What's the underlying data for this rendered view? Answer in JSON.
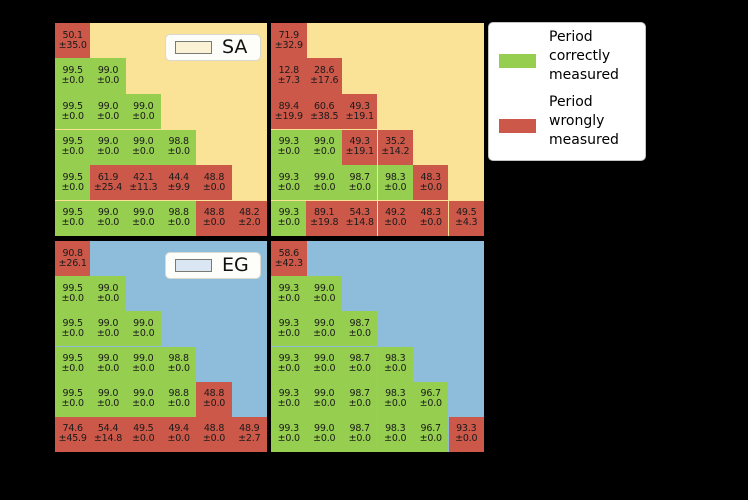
{
  "colors": {
    "correct_green": "#96CE50",
    "wrong_red": "#CC584A",
    "sa_background": "#FAE396",
    "eg_background": "#8EBCDB",
    "sa_swatch_fill": "#FBF2D5",
    "eg_swatch_fill": "#DAE6F2",
    "cell_text": "#1A1A1A",
    "figure_background": "#000000"
  },
  "chart_data": {
    "type": "heatmap",
    "layout": "2x2 grid of lower-triangular stepped heatmaps; each cell shows mean and ± error; cell color encodes whether the period was correctly (green) or wrongly (red) measured",
    "legend_position": "upper right, outside panels",
    "legend": [
      {
        "status": "correct",
        "label": "Period\ncorrectly\nmeasured",
        "color": "#96CE50"
      },
      {
        "status": "wrong",
        "label": "Period\nwrongly\nmeasured",
        "color": "#CC584A"
      }
    ],
    "panels": [
      {
        "name": "SA-left",
        "inset_label": "SA",
        "background_color": "#FAE396",
        "inset_swatch_color": "#FBF2D5",
        "rows": [
          [
            {
              "v": "50.1",
              "e": "±35.0",
              "s": "wrong"
            }
          ],
          [
            {
              "v": "99.5",
              "e": "±0.0",
              "s": "correct"
            },
            {
              "v": "99.0",
              "e": "±0.0",
              "s": "correct"
            }
          ],
          [
            {
              "v": "99.5",
              "e": "±0.0",
              "s": "correct"
            },
            {
              "v": "99.0",
              "e": "±0.0",
              "s": "correct"
            },
            {
              "v": "99.0",
              "e": "±0.0",
              "s": "correct"
            }
          ],
          [
            {
              "v": "99.5",
              "e": "±0.0",
              "s": "correct"
            },
            {
              "v": "99.0",
              "e": "±0.0",
              "s": "correct"
            },
            {
              "v": "99.0",
              "e": "±0.0",
              "s": "correct"
            },
            {
              "v": "98.8",
              "e": "±0.0",
              "s": "correct"
            }
          ],
          [
            {
              "v": "99.5",
              "e": "±0.0",
              "s": "correct"
            },
            {
              "v": "61.9",
              "e": "±25.4",
              "s": "wrong"
            },
            {
              "v": "42.1",
              "e": "±11.3",
              "s": "wrong"
            },
            {
              "v": "44.4",
              "e": "±9.9",
              "s": "wrong"
            },
            {
              "v": "48.8",
              "e": "±0.0",
              "s": "wrong"
            }
          ],
          [
            {
              "v": "99.5",
              "e": "±0.0",
              "s": "correct"
            },
            {
              "v": "99.0",
              "e": "±0.0",
              "s": "correct"
            },
            {
              "v": "99.0",
              "e": "±0.0",
              "s": "correct"
            },
            {
              "v": "98.8",
              "e": "±0.0",
              "s": "correct"
            },
            {
              "v": "48.8",
              "e": "±0.0",
              "s": "wrong"
            },
            {
              "v": "48.2",
              "e": "±2.0",
              "s": "wrong"
            }
          ]
        ]
      },
      {
        "name": "SA-right",
        "inset_label": "",
        "background_color": "#FAE396",
        "inset_swatch_color": "#FBF2D5",
        "rows": [
          [
            {
              "v": "71.9",
              "e": "±32.9",
              "s": "wrong"
            }
          ],
          [
            {
              "v": "12.8",
              "e": "±7.3",
              "s": "wrong"
            },
            {
              "v": "28.6",
              "e": "±17.6",
              "s": "wrong"
            }
          ],
          [
            {
              "v": "89.4",
              "e": "±19.9",
              "s": "wrong"
            },
            {
              "v": "60.6",
              "e": "±38.5",
              "s": "wrong"
            },
            {
              "v": "49.3",
              "e": "±19.1",
              "s": "wrong"
            }
          ],
          [
            {
              "v": "99.3",
              "e": "±0.0",
              "s": "correct"
            },
            {
              "v": "99.0",
              "e": "±0.0",
              "s": "correct"
            },
            {
              "v": "49.3",
              "e": "±19.1",
              "s": "wrong"
            },
            {
              "v": "35.2",
              "e": "±14.2",
              "s": "wrong"
            }
          ],
          [
            {
              "v": "99.3",
              "e": "±0.0",
              "s": "correct"
            },
            {
              "v": "99.0",
              "e": "±0.0",
              "s": "correct"
            },
            {
              "v": "98.7",
              "e": "±0.0",
              "s": "correct"
            },
            {
              "v": "98.3",
              "e": "±0.0",
              "s": "correct"
            },
            {
              "v": "48.3",
              "e": "±0.0",
              "s": "wrong"
            }
          ],
          [
            {
              "v": "99.3",
              "e": "±0.0",
              "s": "correct"
            },
            {
              "v": "89.1",
              "e": "±19.8",
              "s": "wrong"
            },
            {
              "v": "54.3",
              "e": "±14.8",
              "s": "wrong"
            },
            {
              "v": "49.2",
              "e": "±0.0",
              "s": "wrong"
            },
            {
              "v": "48.3",
              "e": "±0.0",
              "s": "wrong"
            },
            {
              "v": "49.5",
              "e": "±4.3",
              "s": "wrong"
            }
          ]
        ]
      },
      {
        "name": "EG-left",
        "inset_label": "EG",
        "background_color": "#8EBCDB",
        "inset_swatch_color": "#DAE6F2",
        "rows": [
          [
            {
              "v": "90.8",
              "e": "±26.1",
              "s": "wrong"
            }
          ],
          [
            {
              "v": "99.5",
              "e": "±0.0",
              "s": "correct"
            },
            {
              "v": "99.0",
              "e": "±0.0",
              "s": "correct"
            }
          ],
          [
            {
              "v": "99.5",
              "e": "±0.0",
              "s": "correct"
            },
            {
              "v": "99.0",
              "e": "±0.0",
              "s": "correct"
            },
            {
              "v": "99.0",
              "e": "±0.0",
              "s": "correct"
            }
          ],
          [
            {
              "v": "99.5",
              "e": "±0.0",
              "s": "correct"
            },
            {
              "v": "99.0",
              "e": "±0.0",
              "s": "correct"
            },
            {
              "v": "99.0",
              "e": "±0.0",
              "s": "correct"
            },
            {
              "v": "98.8",
              "e": "±0.0",
              "s": "correct"
            }
          ],
          [
            {
              "v": "99.5",
              "e": "±0.0",
              "s": "correct"
            },
            {
              "v": "99.0",
              "e": "±0.0",
              "s": "correct"
            },
            {
              "v": "99.0",
              "e": "±0.0",
              "s": "correct"
            },
            {
              "v": "98.8",
              "e": "±0.0",
              "s": "correct"
            },
            {
              "v": "48.8",
              "e": "±0.0",
              "s": "wrong"
            }
          ],
          [
            {
              "v": "74.6",
              "e": "±45.9",
              "s": "wrong"
            },
            {
              "v": "54.4",
              "e": "±14.8",
              "s": "wrong"
            },
            {
              "v": "49.5",
              "e": "±0.0",
              "s": "wrong"
            },
            {
              "v": "49.4",
              "e": "±0.0",
              "s": "wrong"
            },
            {
              "v": "48.8",
              "e": "±0.0",
              "s": "wrong"
            },
            {
              "v": "48.9",
              "e": "±2.7",
              "s": "wrong"
            }
          ]
        ]
      },
      {
        "name": "EG-right",
        "inset_label": "",
        "background_color": "#8EBCDB",
        "inset_swatch_color": "#DAE6F2",
        "rows": [
          [
            {
              "v": "58.6",
              "e": "±42.3",
              "s": "wrong"
            }
          ],
          [
            {
              "v": "99.3",
              "e": "±0.0",
              "s": "correct"
            },
            {
              "v": "99.0",
              "e": "±0.0",
              "s": "correct"
            }
          ],
          [
            {
              "v": "99.3",
              "e": "±0.0",
              "s": "correct"
            },
            {
              "v": "99.0",
              "e": "±0.0",
              "s": "correct"
            },
            {
              "v": "98.7",
              "e": "±0.0",
              "s": "correct"
            }
          ],
          [
            {
              "v": "99.3",
              "e": "±0.0",
              "s": "correct"
            },
            {
              "v": "99.0",
              "e": "±0.0",
              "s": "correct"
            },
            {
              "v": "98.7",
              "e": "±0.0",
              "s": "correct"
            },
            {
              "v": "98.3",
              "e": "±0.0",
              "s": "correct"
            }
          ],
          [
            {
              "v": "99.3",
              "e": "±0.0",
              "s": "correct"
            },
            {
              "v": "99.0",
              "e": "±0.0",
              "s": "correct"
            },
            {
              "v": "98.7",
              "e": "±0.0",
              "s": "correct"
            },
            {
              "v": "98.3",
              "e": "±0.0",
              "s": "correct"
            },
            {
              "v": "96.7",
              "e": "±0.0",
              "s": "correct"
            }
          ],
          [
            {
              "v": "99.3",
              "e": "±0.0",
              "s": "correct"
            },
            {
              "v": "99.0",
              "e": "±0.0",
              "s": "correct"
            },
            {
              "v": "98.7",
              "e": "±0.0",
              "s": "correct"
            },
            {
              "v": "98.3",
              "e": "±0.0",
              "s": "correct"
            },
            {
              "v": "96.7",
              "e": "±0.0",
              "s": "correct"
            },
            {
              "v": "93.3",
              "e": "±0.0",
              "s": "wrong"
            }
          ]
        ]
      }
    ]
  }
}
